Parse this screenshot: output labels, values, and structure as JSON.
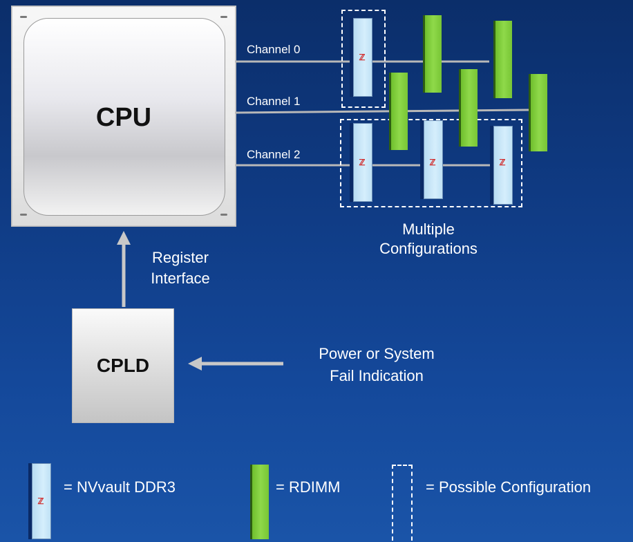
{
  "cpu": {
    "label": "CPU"
  },
  "cpld": {
    "label": "CPLD"
  },
  "channels": [
    "Channel 0",
    "Channel 1",
    "Channel 2"
  ],
  "register_interface": [
    "Register",
    "Interface"
  ],
  "multiple_configurations": [
    "Multiple",
    "Configurations"
  ],
  "power_fail": [
    "Power or System",
    "Fail Indication"
  ],
  "legend": {
    "nvvault": "= NVvault DDR3",
    "rdimm": "= RDIMM",
    "possible": "= Possible Configuration"
  },
  "nvvault_glyph": "ℤ",
  "colors": {
    "background": "#0f3a82",
    "rdimm_green": "#7ac93a",
    "nvvault_blue": "#c6e6f8",
    "logo_red": "#d12a2a",
    "line_gray": "#b8b8b8"
  }
}
